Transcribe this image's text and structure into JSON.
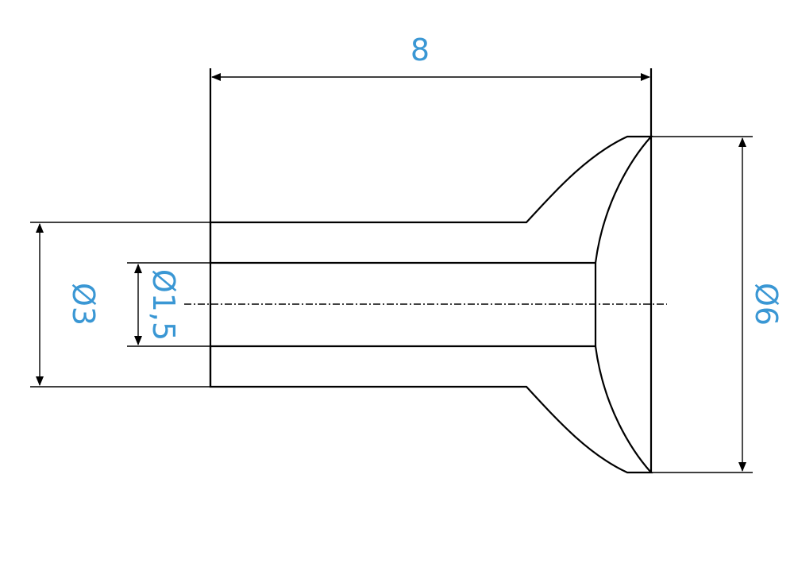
{
  "colors": {
    "line": "#000000",
    "dimension_text": "#3a97d4",
    "background": "#ffffff"
  },
  "dimensions": {
    "length": "8",
    "outer_diameter": "Ø3",
    "bore_diameter": "Ø1,5",
    "head_diameter": "Ø6"
  }
}
